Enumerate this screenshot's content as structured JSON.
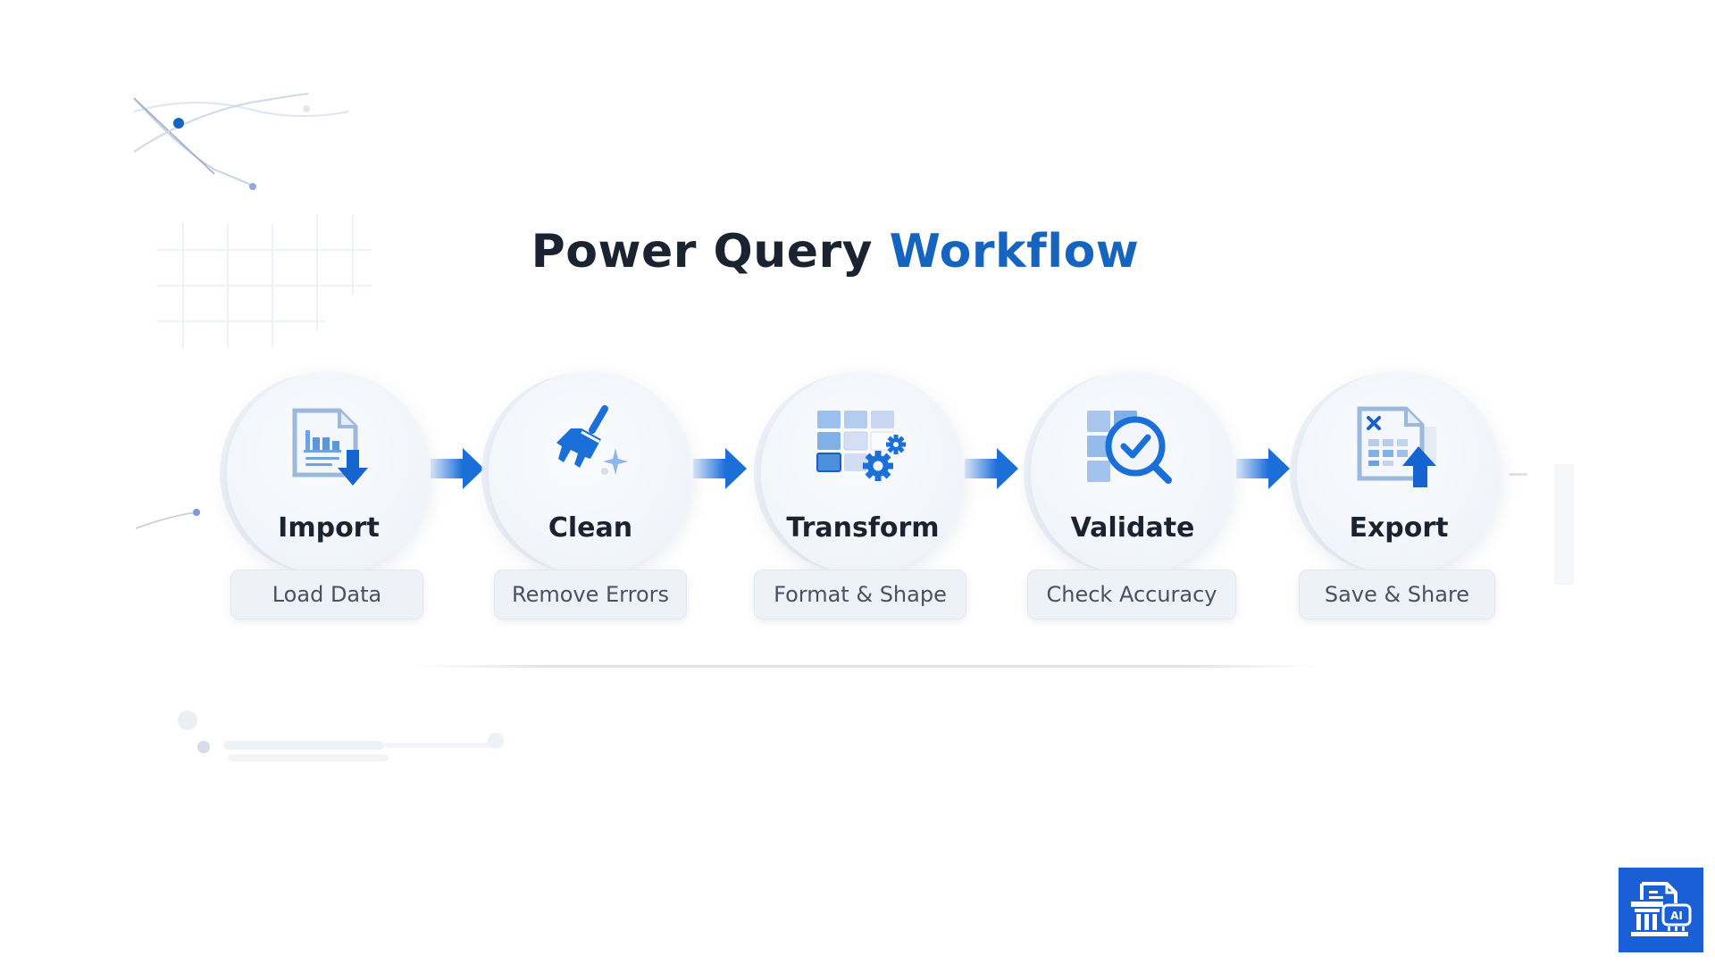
{
  "title": {
    "part1": "Power Query ",
    "part2": "Workflow",
    "colors": {
      "dark": "#1b2230",
      "accent": "#1565c0"
    }
  },
  "steps": [
    {
      "label": "Import",
      "sublabel": "Load Data",
      "icon": "document-download-icon"
    },
    {
      "label": "Clean",
      "sublabel": "Remove Errors",
      "icon": "broom-sparkle-icon"
    },
    {
      "label": "Transform",
      "sublabel": "Format & Shape",
      "icon": "grid-gears-icon"
    },
    {
      "label": "Validate",
      "sublabel": "Check Accuracy",
      "icon": "grid-magnifier-check-icon"
    },
    {
      "label": "Export",
      "sublabel": "Save & Share",
      "icon": "spreadsheet-upload-icon"
    }
  ],
  "connector": {
    "icon": "arrow-right-icon",
    "color": "#1a6fd8"
  },
  "branding": {
    "logo_icon": "document-pillar-ai-icon",
    "logo_color": "#1a5fd6",
    "logo_text": "AI"
  }
}
